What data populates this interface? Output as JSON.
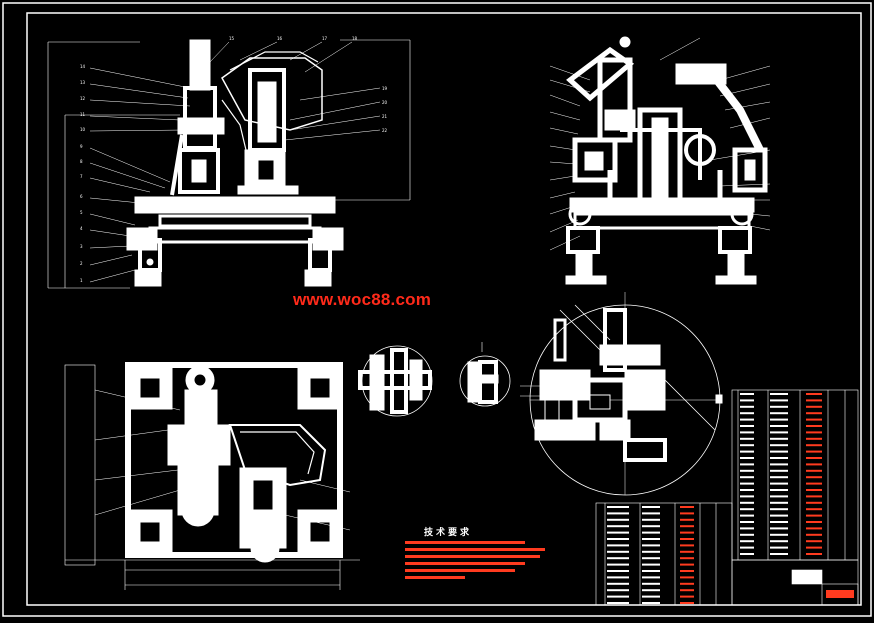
{
  "drawing": {
    "watermark": "www.woc88.com",
    "tech_requirements_title": "技术要求",
    "colors": {
      "background": "#000000",
      "line": "#ffffff",
      "dim_line": "#e8e8e8",
      "highlight": "#ff2a1a",
      "accent_red": "#ff3b1f"
    },
    "views": [
      "front-view",
      "side-view",
      "top-view",
      "detail-a",
      "detail-b",
      "detail-circle"
    ]
  }
}
